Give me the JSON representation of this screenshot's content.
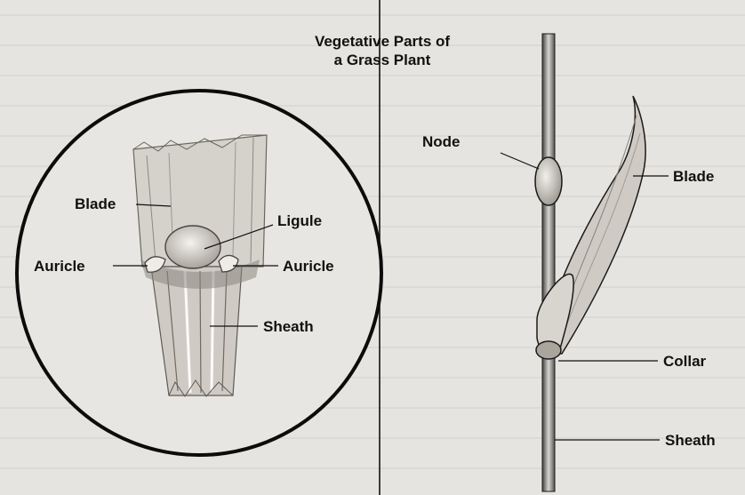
{
  "title": {
    "line1": "Vegetative Parts of",
    "line2": "a Grass Plant"
  },
  "closeup_labels": {
    "blade": "Blade",
    "ligule": "Ligule",
    "auricle_left": "Auricle",
    "auricle_right": "Auricle",
    "sheath": "Sheath"
  },
  "plant_labels": {
    "node": "Node",
    "blade": "Blade",
    "collar": "Collar",
    "sheath": "Sheath"
  }
}
